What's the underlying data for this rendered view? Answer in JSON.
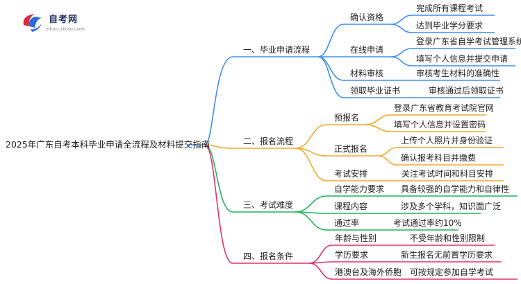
{
  "logo": {
    "title": "自考网",
    "url": "zikao-zikao.com",
    "icon": "graduation-cap-icon"
  },
  "root": {
    "label": "2025年广东自考本科毕业申请全流程及材料提交指南"
  },
  "colors": {
    "blue": "#3d8ff0",
    "orange": "#f2a92a",
    "green": "#22b35c",
    "pink": "#e0306a",
    "logo_red": "#d9293d",
    "logo_blue": "#2d6bd8"
  },
  "branches": [
    {
      "label": "一、毕业申请流程",
      "children": [
        {
          "label": "确认资格",
          "leaves": [
            "完成所有课程考试",
            "达到毕业学分要求"
          ]
        },
        {
          "label": "在线申请",
          "leaves": [
            "登录广东省自学考试管理系统",
            "填写个人信息并提交申请"
          ]
        },
        {
          "label": "材料审核",
          "leaves": [
            "审核考生材料的准确性"
          ]
        },
        {
          "label": "领取毕业证书",
          "leaves": [
            "审核通过后领取证书"
          ]
        }
      ]
    },
    {
      "label": "二、报名流程",
      "children": [
        {
          "label": "预报名",
          "leaves": [
            "登录广东省教育考试院官网",
            "填写个人信息并设置密码"
          ]
        },
        {
          "label": "正式报名",
          "leaves": [
            "上传个人照片并身份验证",
            "确认报考科目并缴费"
          ]
        },
        {
          "label": "考试安排",
          "leaves": [
            "关注考试时间和科目安排"
          ]
        }
      ]
    },
    {
      "label": "三、考试难度",
      "children": [
        {
          "label": "自学能力要求",
          "leaves": [
            "具备较强的自学能力和自律性"
          ]
        },
        {
          "label": "课程内容",
          "leaves": [
            "涉及多个学科，知识面广泛"
          ]
        },
        {
          "label": "通过率",
          "leaves": [
            "考试通过率约10%"
          ]
        }
      ]
    },
    {
      "label": "四、报名条件",
      "children": [
        {
          "label": "年龄与性别",
          "leaves": [
            "不受年龄和性别限制"
          ]
        },
        {
          "label": "学历要求",
          "leaves": [
            "新生报名无前置学历要求"
          ]
        },
        {
          "label": "港澳台及海外侨胞",
          "leaves": [
            "可按规定参加自学考试"
          ]
        }
      ]
    }
  ]
}
